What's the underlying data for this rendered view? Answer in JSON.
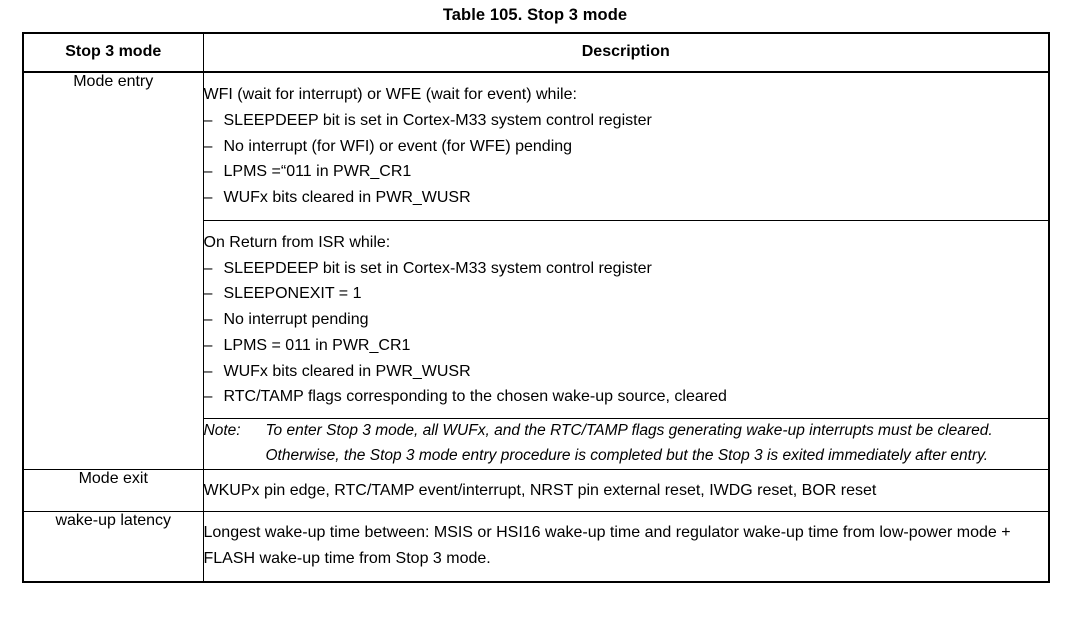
{
  "caption": "Table 105. Stop 3 mode",
  "table": {
    "headers": {
      "mode": "Stop 3 mode",
      "description": "Description"
    },
    "rows": {
      "mode_entry": {
        "label": "Mode entry",
        "block1": {
          "lead": "WFI (wait for interrupt) or WFE (wait for event) while:",
          "items": [
            "SLEEPDEEP bit is set in Cortex-M33 system control register",
            "No interrupt (for WFI) or event (for WFE) pending",
            "LPMS =“011 in PWR_CR1",
            "WUFx bits cleared in PWR_WUSR"
          ]
        },
        "block2": {
          "lead": "On Return from ISR while:",
          "items": [
            "SLEEPDEEP bit is set in Cortex-M33 system control register",
            "SLEEPONEXIT = 1",
            "No interrupt pending",
            "LPMS = 011 in PWR_CR1",
            "WUFx bits cleared in PWR_WUSR",
            "RTC/TAMP flags corresponding to the chosen wake-up source, cleared"
          ]
        },
        "note": {
          "label": "Note:",
          "text": "To enter Stop 3 mode, all WUFx, and the RTC/TAMP flags generating wake-up interrupts must be cleared. Otherwise, the Stop 3 mode entry procedure is completed but the Stop 3 is exited immediately after entry."
        }
      },
      "mode_exit": {
        "label": "Mode exit",
        "description": "WKUPx pin edge, RTC/TAMP event/interrupt, NRST pin external reset, IWDG reset, BOR reset"
      },
      "wakeup_latency": {
        "label": "wake-up latency",
        "description": "Longest wake-up time between: MSIS or HSI16 wake-up time and regulator wake-up time from low-power mode + FLASH wake-up time from Stop 3 mode."
      }
    }
  }
}
